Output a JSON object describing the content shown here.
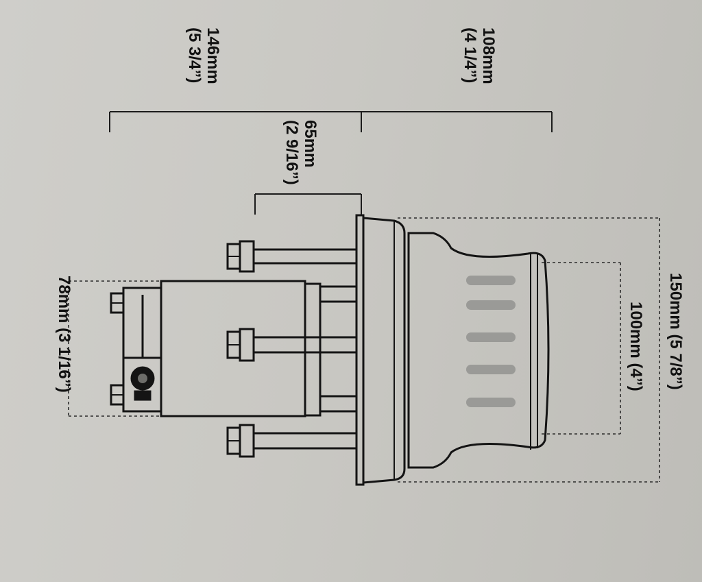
{
  "dimensions": {
    "overall_length": {
      "metric": "146mm",
      "imperial": "(5 3/4”)"
    },
    "above_deck_height": {
      "metric": "108mm",
      "imperial": "(4 1/4”)"
    },
    "below_deck_bolt_length": {
      "metric": "65mm",
      "imperial": "(2 9/16”)"
    },
    "flange_diameter": {
      "metric": "150mm",
      "imperial": "(5 7/8”)"
    },
    "drum_diameter": {
      "metric": "100mm",
      "imperial": "(4”)"
    },
    "motor_width": {
      "metric": "78mm",
      "imperial": "(3 1/16”)"
    }
  }
}
